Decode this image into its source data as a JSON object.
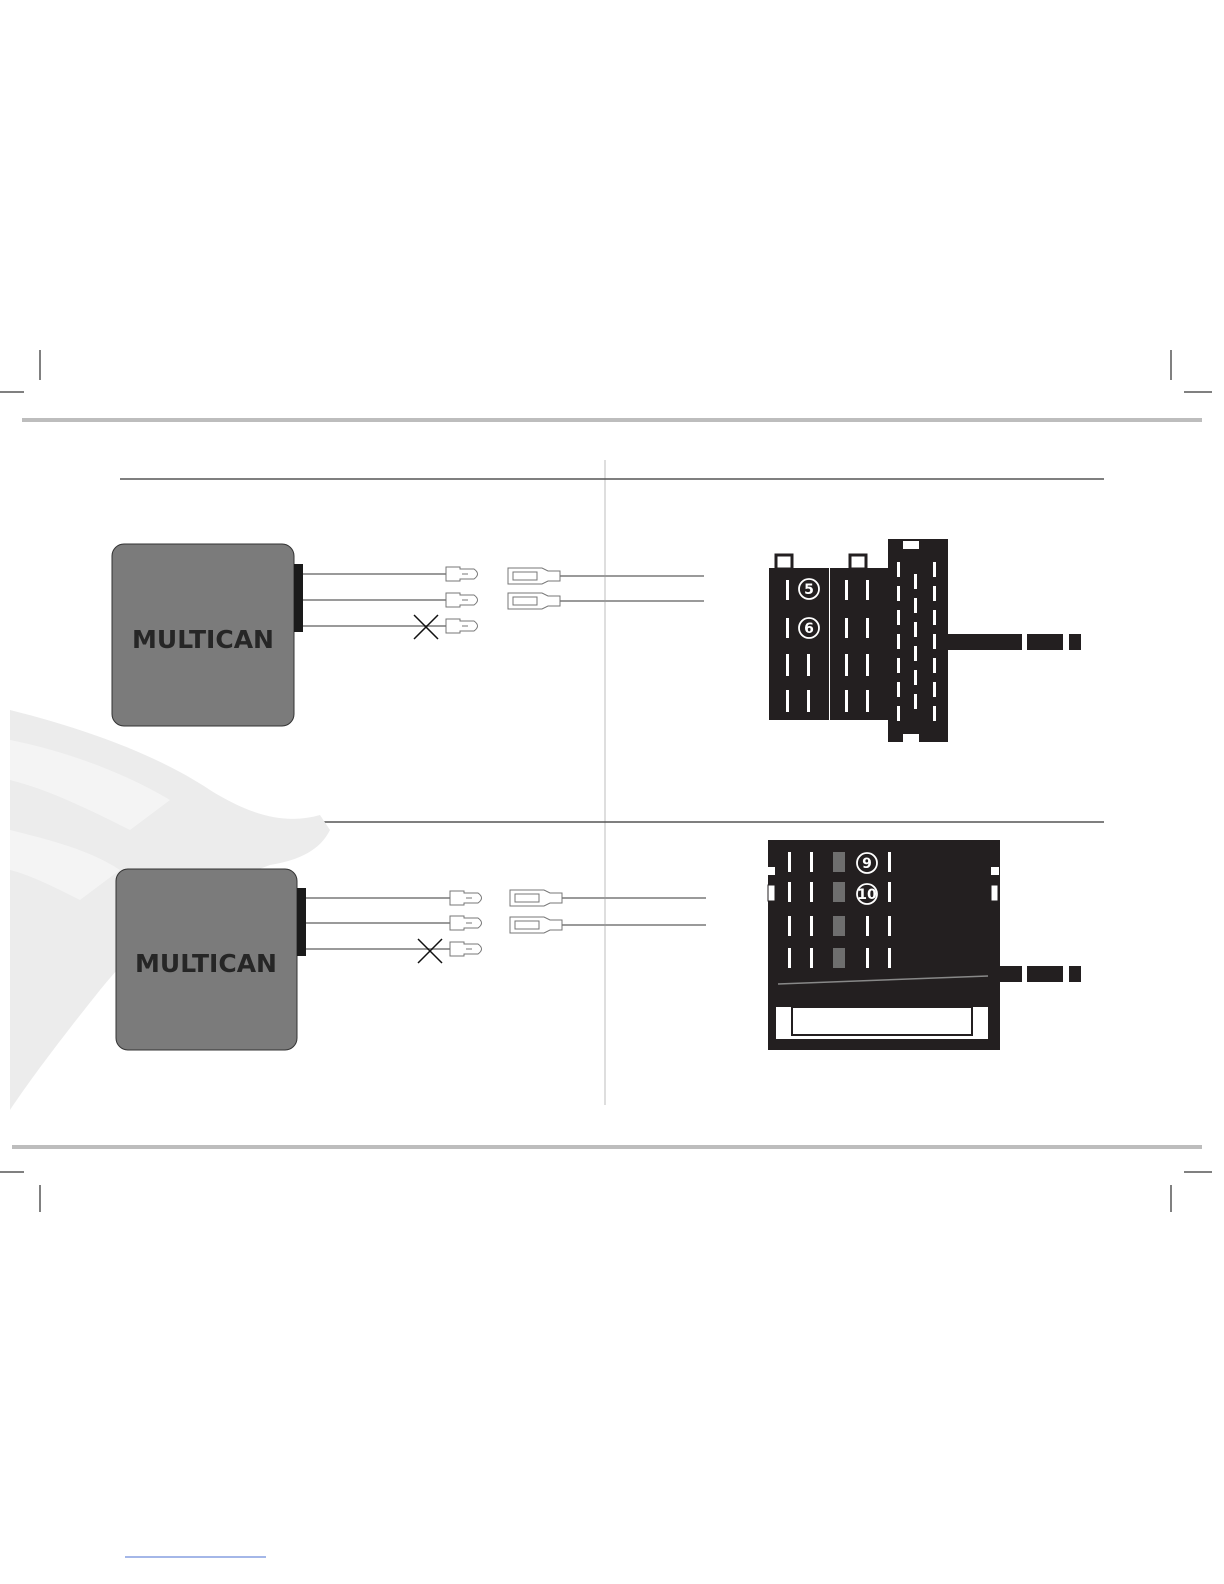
{
  "modules": [
    {
      "label": "MULTICAN"
    },
    {
      "label": "MULTICAN"
    }
  ],
  "connector_top": {
    "pins": [
      "5",
      "6"
    ]
  },
  "connector_bottom": {
    "pins": [
      "9",
      "10"
    ]
  },
  "colors": {
    "module_fill": "#7b7b7b",
    "connector_fill": "#231f20",
    "wire": "#9a9a9a",
    "rule": "#bdbdbd"
  }
}
